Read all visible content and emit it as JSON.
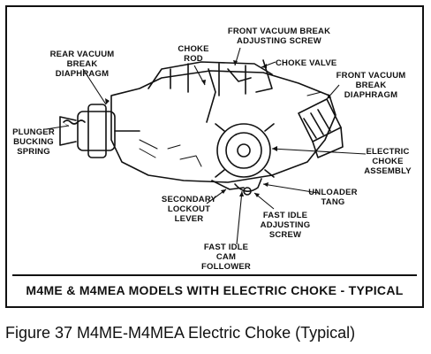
{
  "labels": {
    "rear_vacuum_break_diaphragm": "REAR VACUUM\nBREAK\nDIAPHRAGM",
    "choke_rod": "CHOKE\nROD",
    "front_vacuum_break_adjusting_screw": "FRONT VACUUM BREAK\nADJUSTING SCREW",
    "choke_valve": "CHOKE VALVE",
    "front_vacuum_break_diaphragm": "FRONT VACUUM\nBREAK\nDIAPHRAGM",
    "plunger_bucking_spring": "PLUNGER\nBUCKING\nSPRING",
    "electric_choke_assembly": "ELECTRIC\nCHOKE\nASSEMBLY",
    "secondary_lockout_lever": "SECONDARY\nLOCKOUT\nLEVER",
    "unloader_tang": "UNLOADER\nTANG",
    "fast_idle_adjusting_screw": "FAST IDLE\nADJUSTING\nSCREW",
    "fast_idle_cam_follower": "FAST IDLE\nCAM\nFOLLOWER"
  },
  "banner": "M4ME & M4MEA MODELS WITH ELECTRIC CHOKE - TYPICAL",
  "caption": "Figure 37  M4ME-M4MEA Electric Choke (Typical)"
}
